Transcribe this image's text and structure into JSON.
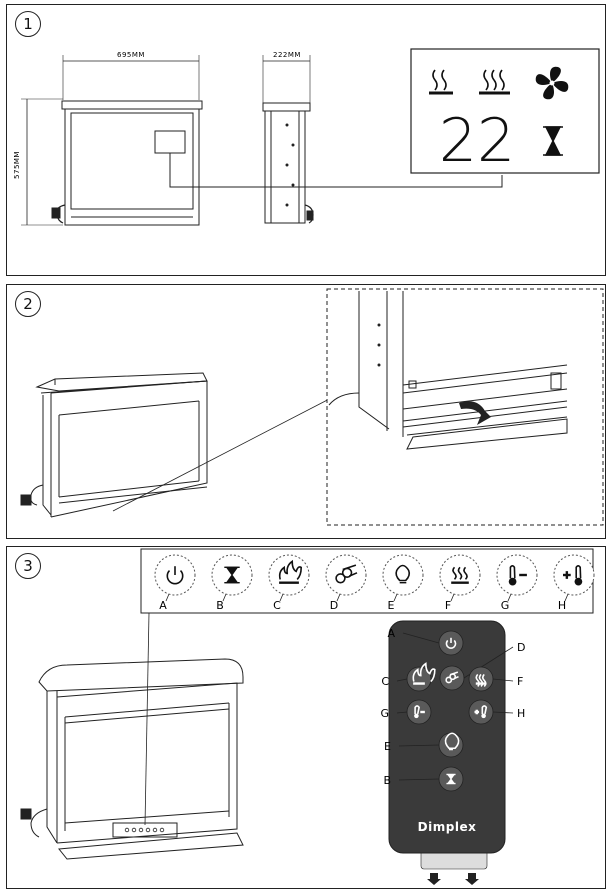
{
  "steps": [
    {
      "number": "1"
    },
    {
      "number": "2"
    },
    {
      "number": "3"
    }
  ],
  "dimensions": {
    "width": "695MM",
    "depth": "222MM",
    "height": "575MM"
  },
  "display": {
    "temperature": "22",
    "icons": [
      "heat-low-icon",
      "heat-high-icon",
      "fan-icon",
      "timer-icon"
    ]
  },
  "buttons": [
    {
      "letter": "A",
      "icon": "power-icon"
    },
    {
      "letter": "B",
      "icon": "timer-icon"
    },
    {
      "letter": "C",
      "icon": "flame-icon"
    },
    {
      "letter": "D",
      "icon": "logs-icon"
    },
    {
      "letter": "E",
      "icon": "bulb-icon"
    },
    {
      "letter": "F",
      "icon": "heater-icon"
    },
    {
      "letter": "G",
      "icon": "temperature-down-icon"
    },
    {
      "letter": "H",
      "icon": "temperature-up-icon"
    }
  ],
  "remote": {
    "brand": "Dimplex",
    "labels": [
      "A",
      "D",
      "C",
      "F",
      "G",
      "H",
      "E",
      "B"
    ]
  },
  "colors": {
    "remote_body": "#3a3a3a",
    "remote_button": "#5a5a5a",
    "line": "#222222"
  }
}
